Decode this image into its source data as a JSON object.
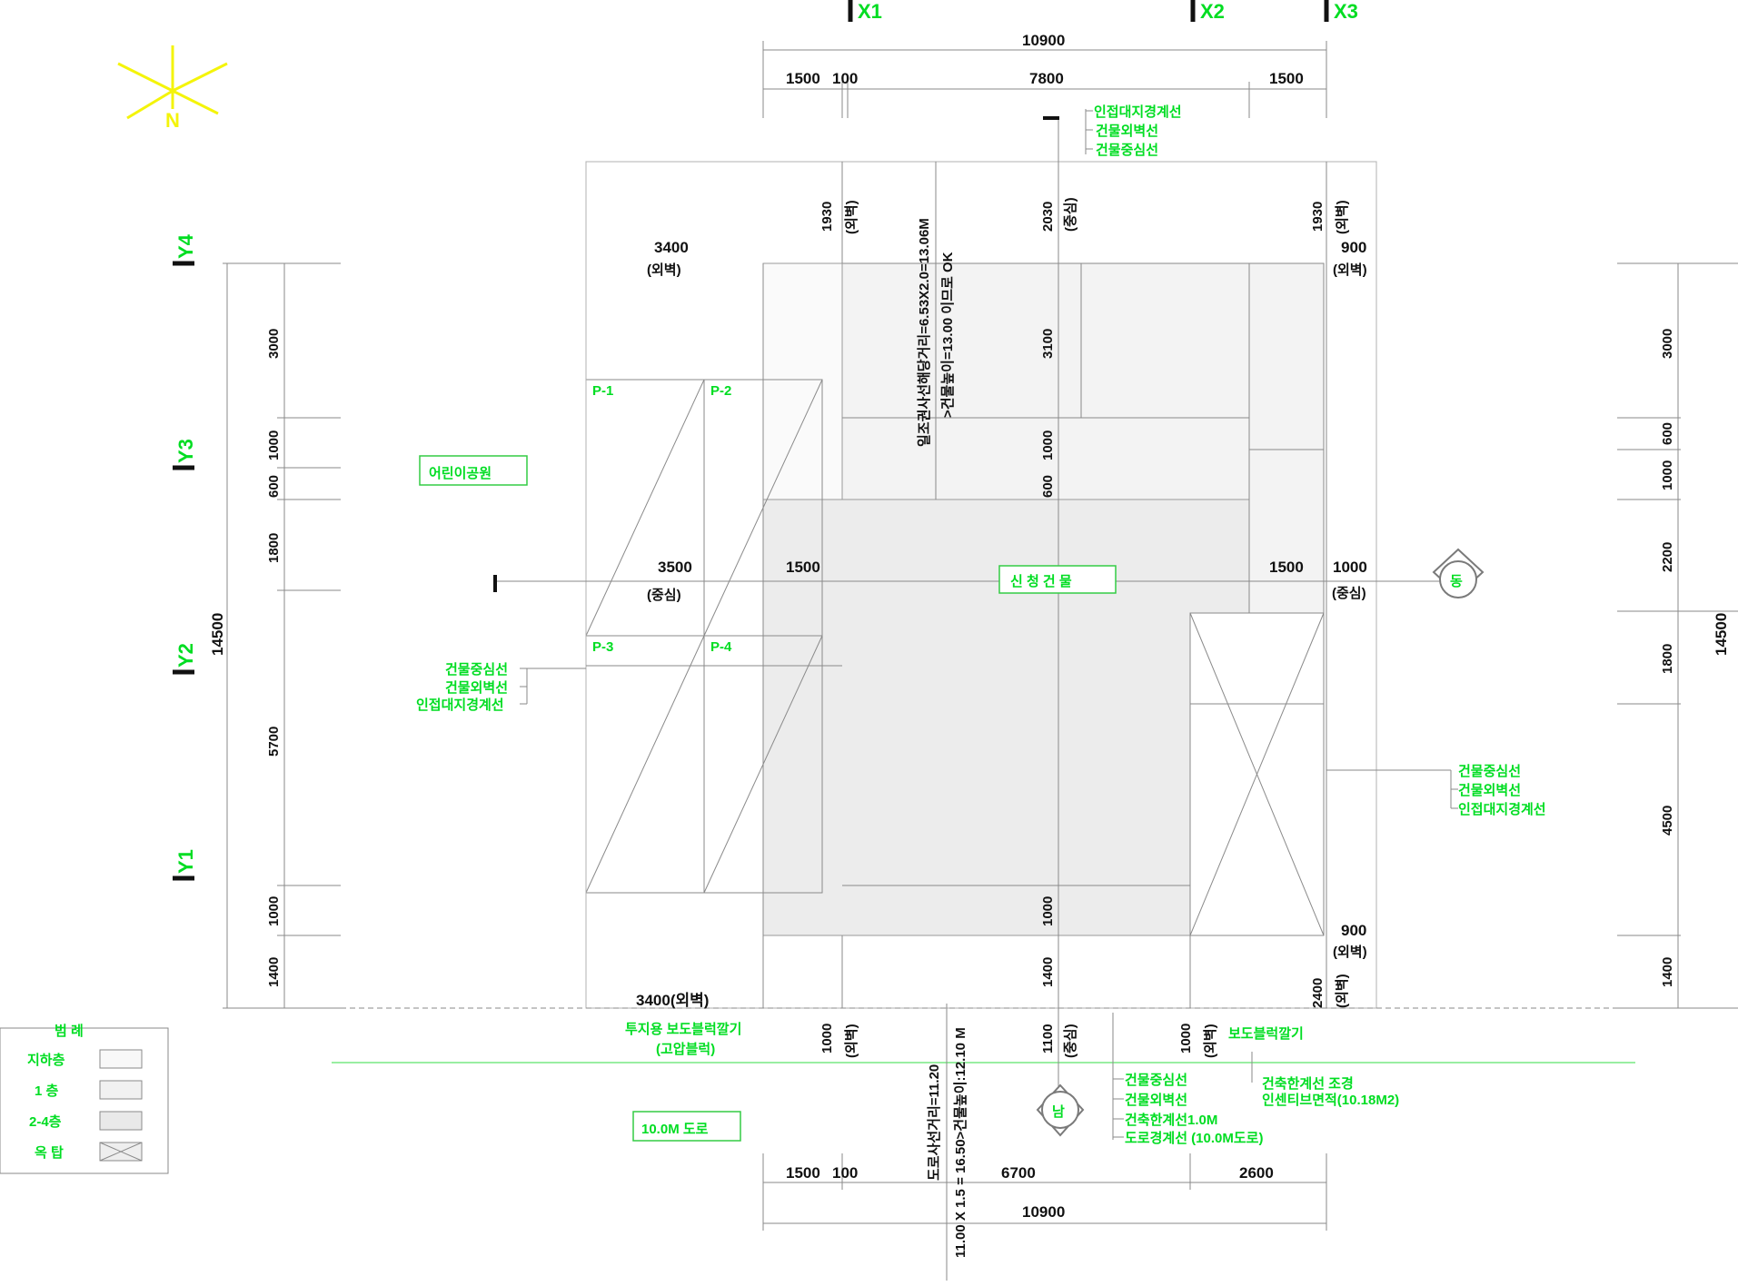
{
  "north": "N",
  "grid": {
    "x": [
      "X1",
      "X2",
      "X3"
    ],
    "y": [
      "Y4",
      "Y3",
      "Y2",
      "Y1"
    ]
  },
  "dimensions": {
    "top_total": "10900",
    "top_segments": [
      "1500",
      "100",
      "7800",
      "1500"
    ],
    "bottom_segments": [
      "1500",
      "100",
      "6700",
      "2600"
    ],
    "bottom_total": "10900",
    "left_total": "14500",
    "left_segments": [
      "3000",
      "1000",
      "600",
      "1800",
      "5700",
      "1000",
      "1400"
    ],
    "right_total": "14500",
    "right_segments": [
      "3000",
      "600",
      "1000",
      "2200",
      "1800",
      "4500",
      "1400"
    ],
    "setback_top": [
      "1930",
      "2030",
      "1930"
    ],
    "setback_top_notes": [
      "(외벽)",
      "(중심)",
      "(외벽)"
    ],
    "col_3100": "3100",
    "col_1000a": "1000",
    "col_600": "600",
    "col_1000b": "1000",
    "col_1400": "1400",
    "col_1100": "1100",
    "bot_1000_left": "1000",
    "bot_1000_right": "1000",
    "right_2400": "2400",
    "row_3400": "3400",
    "row_3500": "3500",
    "row_1500a": "1500",
    "row_1500b": "1500",
    "row_1000": "1000",
    "row_900_top": "900",
    "row_900_bot": "900",
    "bottom_3400": "3400(외벽)"
  },
  "notes": {
    "outer_wall": "(외벽)",
    "center": "(중심)",
    "sunlight_calc_1": "일조권사선해당거리=6.53X2.0=13.06M",
    "sunlight_calc_2": ">건물높이=13.00 이므로 OK",
    "road_calc_1": "도로사선거리=11.20",
    "road_calc_2": "11.00 X 1.5 = 16.50>건물높이:12.10 M"
  },
  "labels": {
    "building": "신 청 건 물",
    "park": "어린이공원",
    "road": "10.0M 도로",
    "parking": [
      "P-1",
      "P-2",
      "P-3",
      "P-4"
    ],
    "top_leader": [
      "인접대지경계선",
      "건물외벽선",
      "건물중심선"
    ],
    "left_leader": [
      "건물중심선",
      "건물외벽선",
      "인접대지경계선"
    ],
    "right_leader": [
      "건물중심선",
      "건물외벽선",
      "인접대지경계선"
    ],
    "bottom_leader": [
      "건물중심선",
      "건물외벽선",
      "건축한계선1.0M",
      "도로경계선 (10.0M도로)"
    ],
    "paving_left_1": "투지용 보도블럭깔기",
    "paving_left_2": "(고압블럭)",
    "paving_right": "보도블럭깔기",
    "corner_1": "건축한계선 조경",
    "corner_2": "인센티브면적(10.18M2)",
    "east_marker": "동",
    "south_marker": "남"
  },
  "legend": {
    "title": "범 례",
    "items": [
      "지하층",
      "1 층",
      "2-4층",
      "옥 탑"
    ]
  },
  "colors": {
    "label_green": "#00dd22",
    "line_gray": "#8a8a8a",
    "north_yellow": "#f4f40a",
    "dimension_black": "#111111"
  }
}
